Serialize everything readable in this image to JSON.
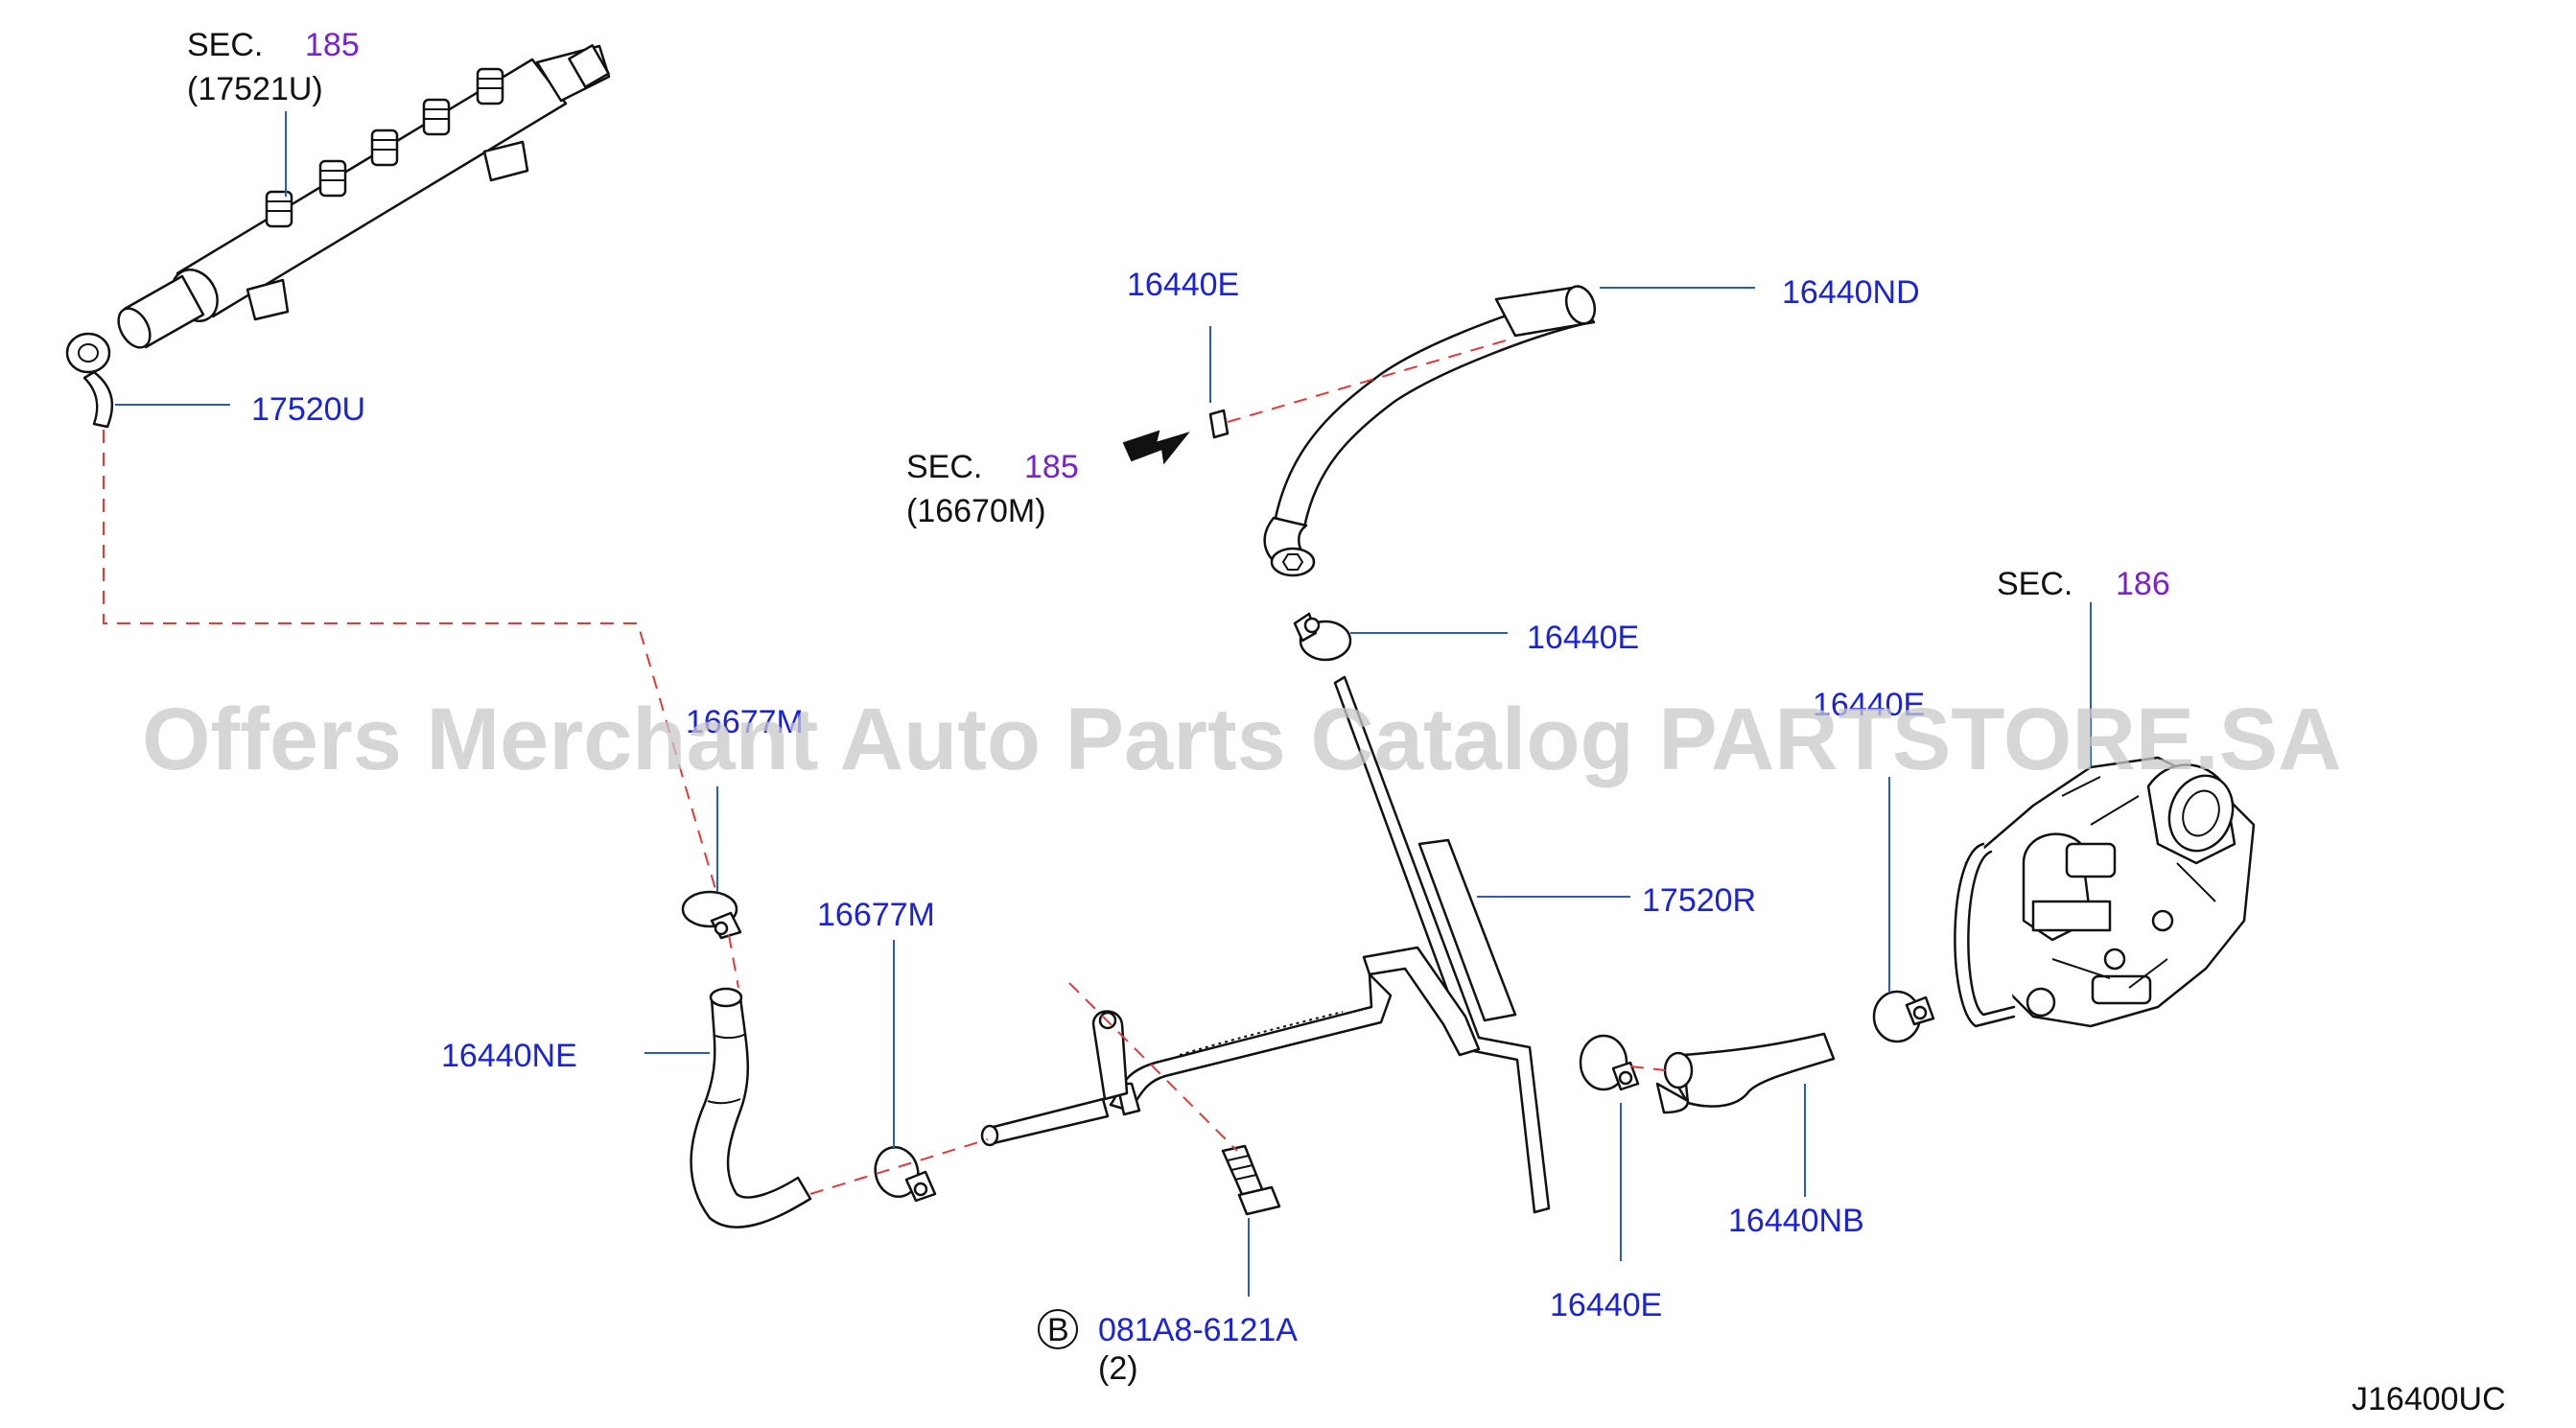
{
  "watermark": "Offers Merchant Auto Parts Catalog PARTSTORE.SA",
  "diagram_code": "J16400UC",
  "sec_refs": [
    {
      "prefix": "SEC.",
      "number": "185",
      "sub": "(17521U)"
    },
    {
      "prefix": "SEC.",
      "number": "185",
      "sub": "(16670M)"
    },
    {
      "prefix": "SEC.",
      "number": "186"
    }
  ],
  "labels": {
    "l_17520U": "17520U",
    "l_16440E_top": "16440E",
    "l_16440ND": "16440ND",
    "l_16440E_mid": "16440E",
    "l_16677M_top": "16677M",
    "l_16440E_right": "16440E",
    "l_16677M_mid": "16677M",
    "l_17520R": "17520R",
    "l_16440NE": "16440NE",
    "l_16440NB": "16440NB",
    "l_16440E_bottom": "16440E",
    "l_bolt": "081A8-6121A",
    "l_bolt_qty": "(2)",
    "l_bolt_marker": "B"
  },
  "colors": {
    "part_number": "#1a23d6",
    "section_number": "#7a22cc",
    "leader": "#2a5fb0",
    "phantom_line": "#e03a3a"
  }
}
